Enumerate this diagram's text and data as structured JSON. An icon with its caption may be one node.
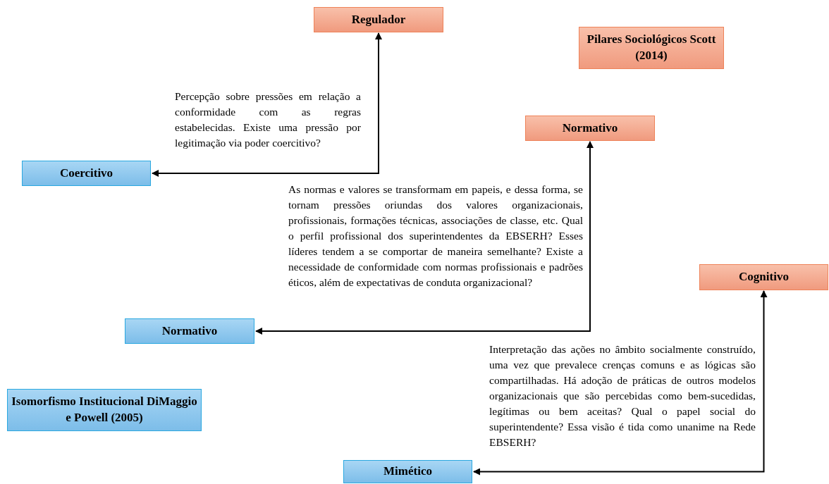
{
  "diagram": {
    "nodes": [
      {
        "text": [
          "Regulador"
        ]
      },
      {
        "text": [
          "Pilares Sociológicos Scott (2014)"
        ]
      },
      {
        "text": [
          "Normativo"
        ]
      },
      {
        "text": [
          "Coercitivo"
        ]
      },
      {
        "text": [
          "Cognitivo"
        ]
      },
      {
        "text": [
          "Normativo"
        ]
      },
      {
        "text": [
          "Isomorfismo Institucional DiMaggio e Powell (2005)"
        ]
      },
      {
        "text": [
          "Mimético"
        ]
      }
    ],
    "edges": [
      {
        "from": 0,
        "to": 3,
        "arrow": "both",
        "label": "Percepção sobre pressões em relação a conformidade com as regras estabelecidas. Existe uma pressão por legitimação via poder coercitivo?"
      },
      {
        "from": 2,
        "to": 5,
        "arrow": "both",
        "label": "As normas e valores se transformam em papeis, e dessa forma, se tornam pressões oriundas dos valores organizacionais, profissionais, formações técnicas, associações de classe, etc. Qual o perfil profissional dos superintendentes da EBSERH? Esses líderes tendem a se comportar de maneira semelhante? Existe a necessidade de conformidade com normas profissionais e padrões éticos, além de expectativas de conduta organizacional?"
      },
      {
        "from": 4,
        "to": 7,
        "arrow": "both",
        "label": "Interpretação das ações no âmbito socialmente construído, uma vez que prevalece crenças comuns e as lógicas são compartilhadas. Há adoção de práticas de outros modelos organizacionais que são percebidas como bem-sucedidas, legítimas ou bem aceitas? Qual o papel social do superintendente? Essa visão é tida como unanime na Rede EBSERH?"
      }
    ]
  }
}
